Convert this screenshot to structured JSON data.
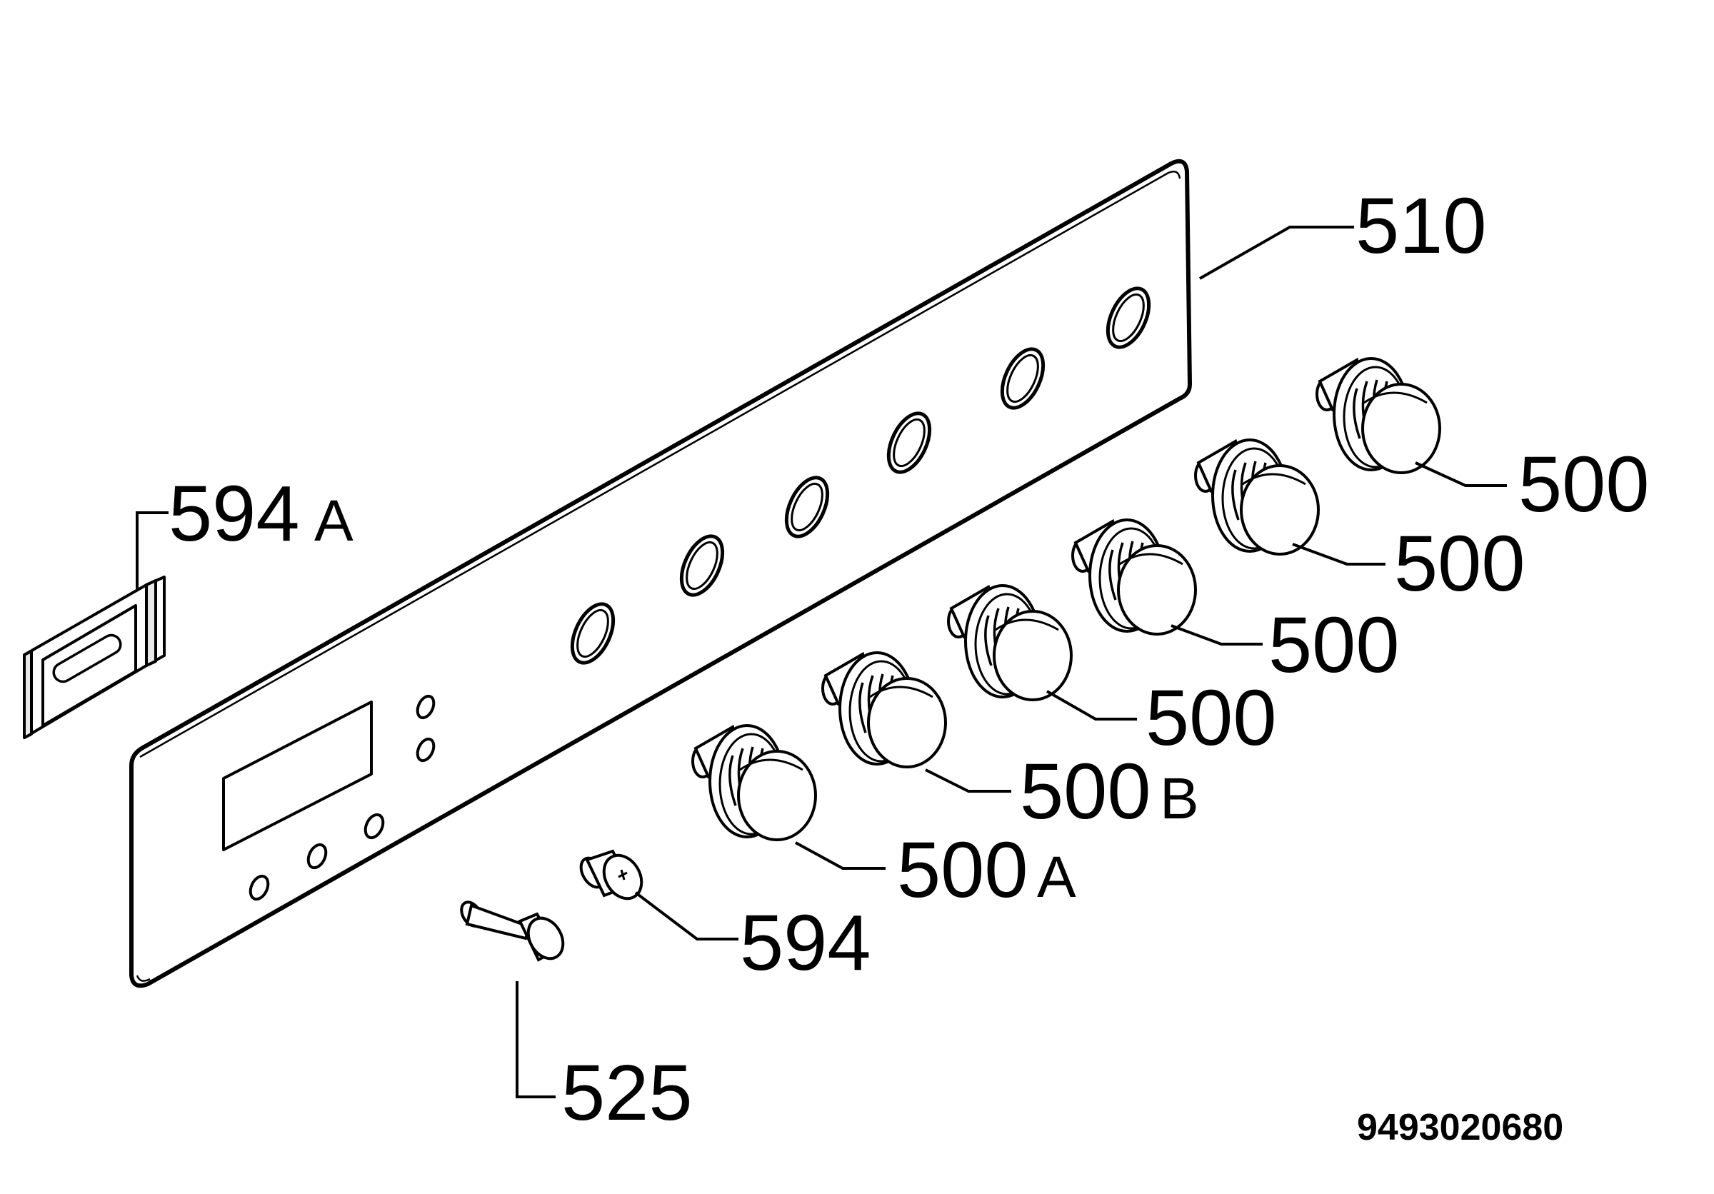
{
  "labels": {
    "panel": "510",
    "clip": "594",
    "clip_suffix": "A",
    "plug": "594",
    "button_pin": "525",
    "knob_a": "500",
    "knob_a_suffix": "A",
    "knob_b": "500",
    "knob_b_suffix": "B",
    "knob_3": "500",
    "knob_4": "500",
    "knob_5": "500",
    "knob_6": "500"
  },
  "drawing_code": "9493020680",
  "colors": {
    "line": "#000000",
    "background": "#ffffff",
    "part_fill": "#f2f2f2"
  }
}
